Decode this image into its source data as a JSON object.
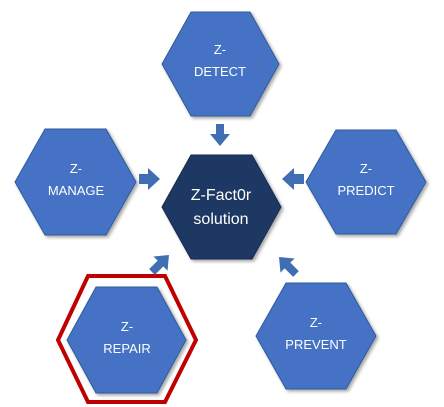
{
  "center": {
    "line1": "Z-Fact0r",
    "line2": "solution"
  },
  "nodes": {
    "detect": {
      "line1": "Z-",
      "line2": "DETECT"
    },
    "manage": {
      "line1": "Z-",
      "line2": "MANAGE"
    },
    "predict": {
      "line1": "Z-",
      "line2": "PREDICT"
    },
    "repair": {
      "line1": "Z-",
      "line2": "REPAIR",
      "highlighted": true
    },
    "prevent": {
      "line1": "Z-",
      "line2": "PREVENT"
    }
  },
  "colors": {
    "node_fill": "#4472c4",
    "center_fill": "#1f3864",
    "highlight_outline": "#c00000",
    "arrow": "#3f6fb2"
  }
}
